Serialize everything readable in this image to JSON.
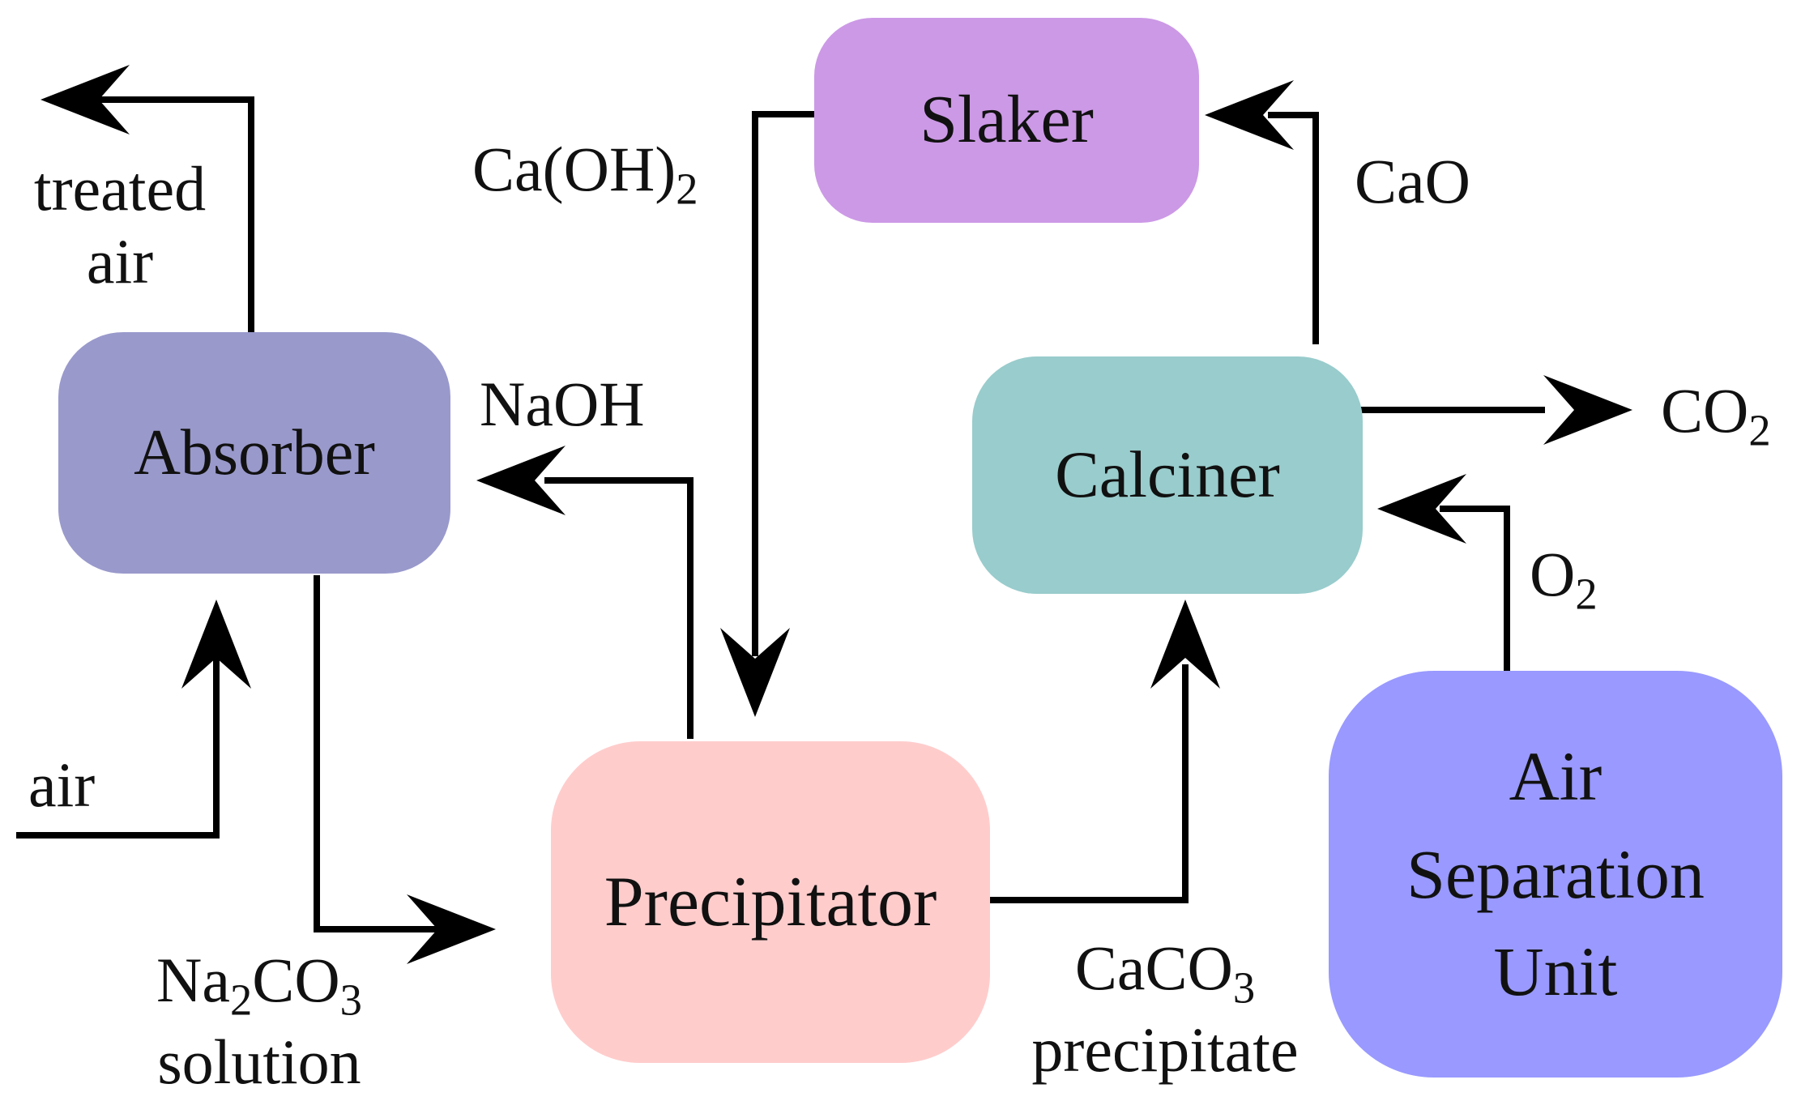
{
  "blocks": {
    "slaker": {
      "label": "Slaker",
      "color": "#cc99e6"
    },
    "absorber": {
      "label": "Absorber",
      "color": "#9999cc"
    },
    "calciner": {
      "label": "Calciner",
      "color": "#99cccc"
    },
    "precipitator": {
      "label": "Precipitator",
      "color": "#ffcccc"
    },
    "asu": {
      "lines": [
        "Air",
        "Separation",
        "Unit"
      ],
      "color": "#9999ff"
    }
  },
  "streams": {
    "treated_air": {
      "line1": "treated",
      "line2": "air"
    },
    "air_in": "air",
    "naoh": "NaOH",
    "caoh2": {
      "prefix": "Ca(OH)",
      "subscript": "2"
    },
    "cao": "CaO",
    "co2": {
      "prefix": "CO",
      "subscript": "2"
    },
    "o2": {
      "prefix": "O",
      "subscript": "2"
    },
    "na2co3": {
      "p1": "Na",
      "s1": "2",
      "p2": "CO",
      "s2": "3",
      "line2": "solution"
    },
    "caco3": {
      "p1": "CaCO",
      "s1": "3",
      "line2": "precipitate"
    }
  },
  "colors": {
    "arrow": "#000000",
    "text": "#111111"
  }
}
